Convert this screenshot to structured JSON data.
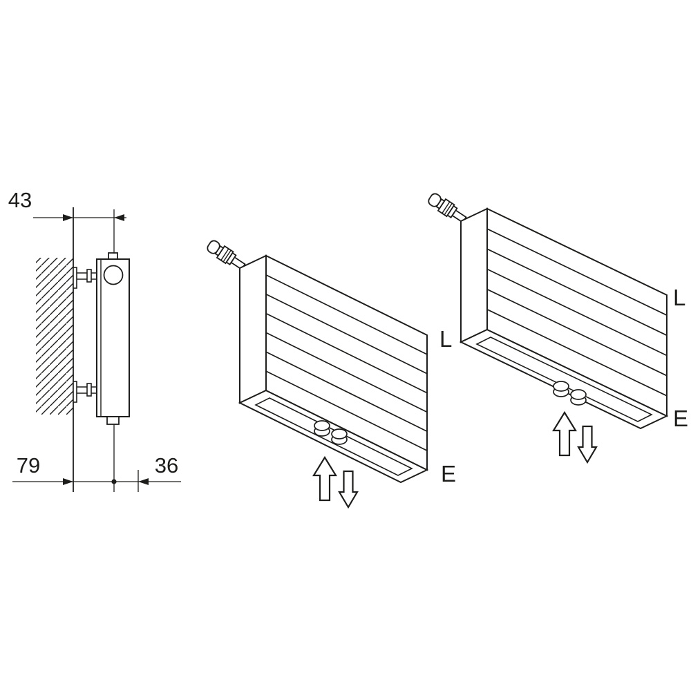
{
  "side_view": {
    "dim_top": "43",
    "dim_bottom_left": "79",
    "dim_bottom_right": "36"
  },
  "radiator_mid": {
    "label_top": "L",
    "label_bottom": "E"
  },
  "radiator_right": {
    "label_top": "L",
    "label_bottom": "E"
  },
  "icons": {
    "valve": "thermostatic-valve",
    "arrow_up": "flow-up-arrow",
    "arrow_down": "flow-down-arrow"
  },
  "colors": {
    "line": "#1d1d1b",
    "background": "#ffffff"
  }
}
